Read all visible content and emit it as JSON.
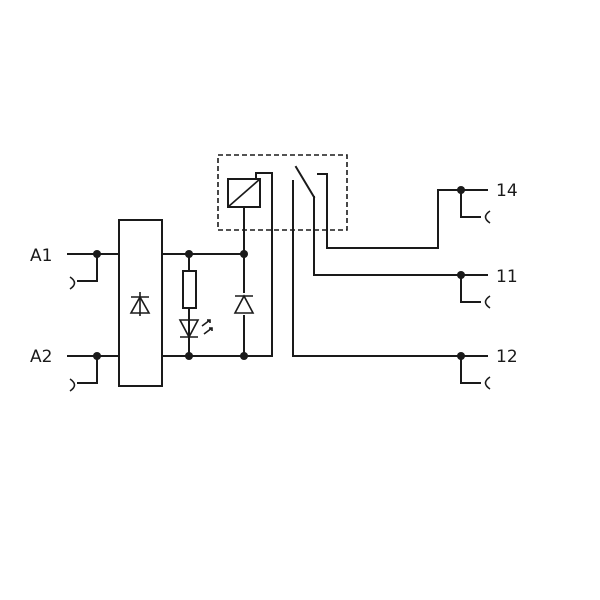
{
  "terminals": {
    "a1": "A1",
    "a2": "A2",
    "t14": "14",
    "t11": "11",
    "t12": "12"
  },
  "colors": {
    "line": "#1a1a1a",
    "background": "#ffffff"
  },
  "icons": [
    "rectifier-diode-icon",
    "resistor-icon",
    "led-icon",
    "freewheel-diode-icon",
    "relay-coil-icon",
    "changeover-contact-icon",
    "terminal-clamp-icon"
  ]
}
